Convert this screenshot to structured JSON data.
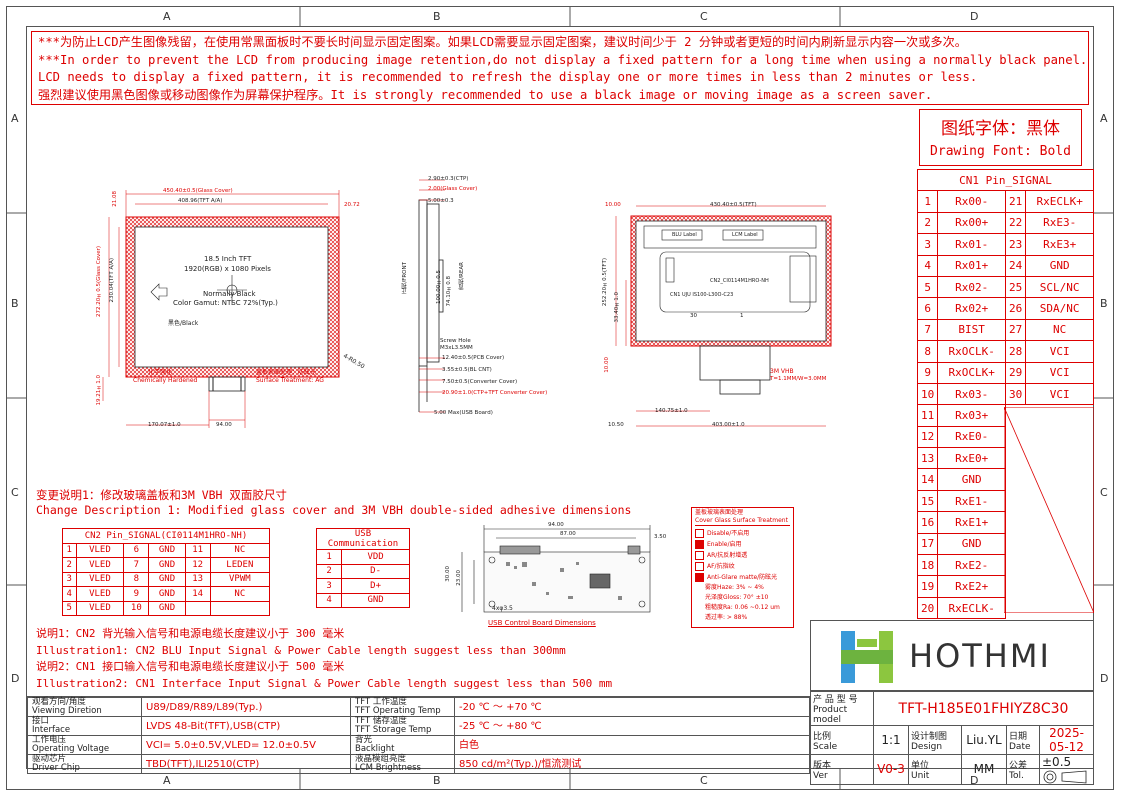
{
  "zones_top": [
    "A",
    "B",
    "C",
    "D"
  ],
  "zones_side": [
    "A",
    "B",
    "C",
    "D"
  ],
  "notice": {
    "line1": "***为防止LCD产生图像残留，在使用常黑面板时不要长时间显示固定图案。如果LCD需要显示固定图案，建议时间少于 2 分钟或者更短的时间内刷新显示内容一次或多次。",
    "line2": "***In order to prevent the LCD from producing image retention,do not display a fixed pattern for a long time when using a normally black panel.If the",
    "line3": " LCD needs to display a fixed pattern, it is recommended to refresh the display one or more times in less than 2 minutes or less.",
    "line4": "强烈建议使用黑色图像或移动图像作为屏幕保护程序。It is strongly recommended to use a black image or moving image as a screen saver."
  },
  "drawing_font": {
    "cn": "图纸字体：黑体",
    "en": "Drawing Font: Bold"
  },
  "cn1": {
    "title": "CN1 Pin_SIGNAL",
    "rows": [
      [
        "1",
        "Rx00-",
        "21",
        "RxECLK+"
      ],
      [
        "2",
        "Rx00+",
        "22",
        "RxE3-"
      ],
      [
        "3",
        "Rx01-",
        "23",
        "RxE3+"
      ],
      [
        "4",
        "Rx01+",
        "24",
        "GND"
      ],
      [
        "5",
        "Rx02-",
        "25",
        "SCL/NC"
      ],
      [
        "6",
        "Rx02+",
        "26",
        "SDA/NC"
      ],
      [
        "7",
        "BIST",
        "27",
        "NC"
      ],
      [
        "8",
        "RxOCLK-",
        "28",
        "VCI"
      ],
      [
        "9",
        "RxOCLK+",
        "29",
        "VCI"
      ],
      [
        "10",
        "Rx03-",
        "30",
        "VCI"
      ],
      [
        "11",
        "Rx03+",
        "",
        ""
      ],
      [
        "12",
        "RxE0-",
        "",
        ""
      ],
      [
        "13",
        "RxE0+",
        "",
        ""
      ],
      [
        "14",
        "GND",
        "",
        ""
      ],
      [
        "15",
        "RxE1-",
        "",
        ""
      ],
      [
        "16",
        "RxE1+",
        "",
        ""
      ],
      [
        "17",
        "GND",
        "",
        ""
      ],
      [
        "18",
        "RxE2-",
        "",
        ""
      ],
      [
        "19",
        "RxE2+",
        "",
        ""
      ],
      [
        "20",
        "RxECLK-",
        "",
        ""
      ]
    ]
  },
  "front_view": {
    "glass_cover": "450.40±0.5(Glass Cover)",
    "tft_aa": "408.96(TFT A/A)",
    "right_gap": "20.72",
    "top_gap": "21.08",
    "glass_height": "272.20±0.5(Glass Cover)",
    "tft_height": "230.04(TFT A/A)",
    "center_line1": "18.5 Inch TFT",
    "center_line2": "1920(RGB) x 1080 Pixels",
    "center_line3": "Normally Black",
    "center_line4": "Color Gamut: NTSC 72%(Typ.)",
    "black_label": "黑色/Black",
    "chem_cn": "化学强化",
    "chem_en": "Chemically Hardened",
    "surface_cn": "盖板表面处理：防眩光",
    "surface_en": "Surface Treatment: AG",
    "radius": "4-R0.50",
    "left_bottom": "19.21±1.0",
    "bottom_left": "170.07±1.0",
    "bottom_fpc": "94.00"
  },
  "side_view": {
    "d1": "2.90±0.3(CTP)",
    "d2": "2.00(Glass Cover)",
    "d3": "5.00±0.3",
    "front_label": "正视/FRONT",
    "rear_label": "背视/REAR",
    "v1": "100.00±0.5",
    "v2": "74.10±0.8",
    "screw_hole": "Screw Hole",
    "screw_spec": "M3xL3.5MM",
    "d4": "12.40±0.5(PCB Cover)",
    "d5": "3.55±0.5(BL CNT)",
    "d6": "7.50±0.5(Converter Cover)",
    "d7": "20.90±1.0(CTP+TFT Converter Cover)",
    "d8": "5.00 Max(USB Board)"
  },
  "rear_view": {
    "tft_width": "430.40±0.5(TFT)",
    "top_left": "10.00",
    "blu_label": "BLU Label",
    "lcm_label": "LCM Label",
    "height": "252.20±0.5(TFT)",
    "h2": "33.40±1.0",
    "cn2_label": "CN2_CI0114M1HRO-NH",
    "cn1_label": "CN1 UJU IS100-L30O-C23",
    "pin30": "30",
    "pin1": "1",
    "vbh": "3M VHB",
    "vbh_spec": "T=1.1MM/W=3.0MM",
    "bottom_left": "10.00",
    "fpc_pos": "140.75±1.0",
    "bottom_b": "10.50",
    "bottom_w": "403.00±1.0"
  },
  "change": {
    "cn": "变更说明1：修改玻璃盖板和3M VBH 双面胶尺寸",
    "en": "Change Description 1: Modified glass cover and 3M VBH double-sided adhesive dimensions"
  },
  "cn2": {
    "title": "CN2 Pin_SIGNAL(CI0114M1HRO-NH)",
    "rows": [
      [
        "1",
        "VLED",
        "6",
        "GND",
        "11",
        "NC"
      ],
      [
        "2",
        "VLED",
        "7",
        "GND",
        "12",
        "LEDEN"
      ],
      [
        "3",
        "VLED",
        "8",
        "GND",
        "13",
        "VPWM"
      ],
      [
        "4",
        "VLED",
        "9",
        "GND",
        "14",
        "NC"
      ],
      [
        "5",
        "VLED",
        "10",
        "GND",
        "",
        ""
      ]
    ]
  },
  "usb": {
    "title": "USB Communication",
    "rows": [
      [
        "1",
        "VDD"
      ],
      [
        "2",
        "D-"
      ],
      [
        "3",
        "D+"
      ],
      [
        "4",
        "GND"
      ]
    ]
  },
  "usb_board": {
    "w1": "94.00",
    "w2": "87.00",
    "w3": "3.50",
    "h1": "30.00",
    "h2": "23.00",
    "hole": "4xφ3.5",
    "caption": "USB Control Board Dimensions"
  },
  "treatment": {
    "title_cn": "盖板玻璃表面处理",
    "title_en": "Cover Glass Surface Treatment",
    "items": [
      {
        "label": "Disable/不启用",
        "filled": false
      },
      {
        "label": "Enable/启用",
        "filled": true
      },
      {
        "label": "AR/抗反射增透",
        "filled": false
      },
      {
        "label": "AF/抗指纹",
        "filled": false
      },
      {
        "label": "Anti-Glare matte/防眩光",
        "filled": true
      }
    ],
    "specs": [
      "雾度Haze: 3% ~ 4%",
      "光泽度Gloss: 70° ±10",
      "粗糙度Ra: 0.06 ~0.12 um",
      "透过率: > 88%"
    ]
  },
  "illustrations": {
    "l1": "说明1：CN2 背光输入信号和电源电缆长度建议小于 300 毫米",
    "l2": "Illustration1: CN2 BLU Input Signal & Power Cable length suggest less than 300mm",
    "l3": "说明2：CN1 接口输入信号和电源电缆长度建议小于 500 毫米",
    "l4": "Illustration2: CN1 Interface Input Signal & Power Cable length suggest less than 500 mm"
  },
  "specs": {
    "r1": {
      "k_cn": "观看方向/角度",
      "k_en": "Viewing Diretion",
      "v": "U89/D89/R89/L89(Typ.)",
      "k2_cn": "TFT 工作温度",
      "k2_en": "TFT Operating Temp",
      "v2": "-20 ℃ ～ +70 ℃"
    },
    "r2": {
      "k_cn": "接口",
      "k_en": "Interface",
      "v": "LVDS 48-Bit(TFT),USB(CTP)",
      "k2_cn": "TFT 储存温度",
      "k2_en": "TFT Storage Temp",
      "v2": "-25 ℃ ～ +80 ℃"
    },
    "r3": {
      "k_cn": "工作电压",
      "k_en": "Operating Voltage",
      "v": "VCI= 5.0±0.5V,VLED= 12.0±0.5V",
      "k2_cn": "背光",
      "k2_en": "Backlight",
      "v2": "白色"
    },
    "r4": {
      "k_cn": "驱动芯片",
      "k_en": "Driver Chip",
      "v": "TBD(TFT),ILI2510(CTP)",
      "k2_cn": "液晶模组亮度",
      "k2_en": "LCM Brightness",
      "v2": "850 cd/m²(Typ.)/恒流测试"
    }
  },
  "title_block": {
    "logo_text": "HOTHMI",
    "model_cn": "产 品 型 号",
    "model_en": "Product model",
    "model": "TFT-H185E01FHIYZ8C30",
    "scale_cn": "比例",
    "scale_en": "Scale",
    "scale": "1:1",
    "design_cn": "设计制图",
    "design_en": "Design",
    "designer": "Liu.YL",
    "date_cn": "日期",
    "date_en": "Date",
    "date": "2025-05-12",
    "ver_cn": "版本",
    "ver_en": "Ver",
    "ver": "V0-3",
    "unit_cn": "单位",
    "unit_en": "Unit",
    "unit": "MM",
    "tol_cn": "公差",
    "tol_en": "Tol.",
    "tol": "±0.5"
  }
}
